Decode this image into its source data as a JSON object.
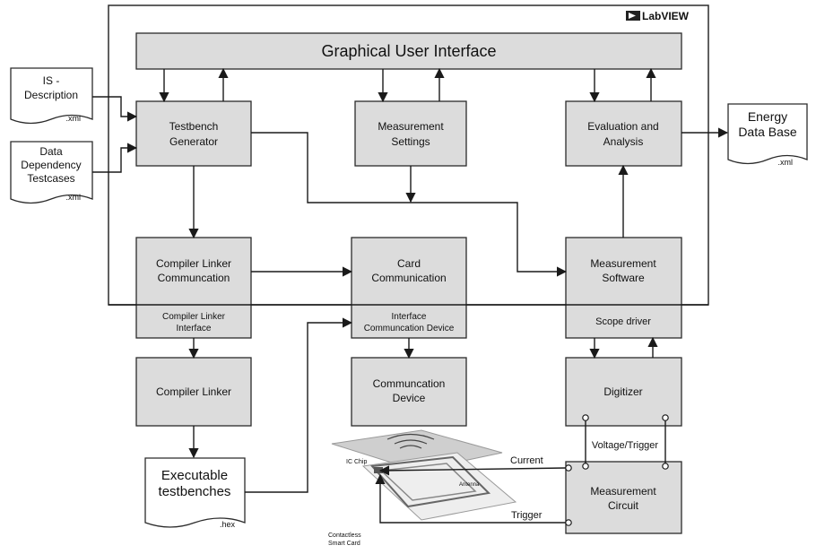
{
  "labview": {
    "logo_text": "LabVIEW"
  },
  "gui": {
    "label": "Graphical User Interface"
  },
  "blocks": {
    "testbench_generator": [
      "Testbench",
      "Generator"
    ],
    "measurement_settings": [
      "Measurement",
      "Settings"
    ],
    "evaluation_analysis": [
      "Evaluation and",
      "Analysis"
    ],
    "compiler_linker_communication": [
      "Compiler Linker",
      "Communcation"
    ],
    "compiler_linker_interface": [
      "Compiler Linker",
      "Interface"
    ],
    "card_communication": [
      "Card",
      "Communication"
    ],
    "interface_communication_device": [
      "Interface",
      "Communcation Device"
    ],
    "measurement_software": [
      "Measurement",
      "Software"
    ],
    "scope_driver": [
      "Scope driver"
    ],
    "compiler_linker": [
      "Compiler Linker"
    ],
    "communication_device": [
      "Communcation",
      "Device"
    ],
    "digitizer": [
      "Digitizer"
    ],
    "measurement_circuit": [
      "Measurement",
      "Circuit"
    ]
  },
  "documents": {
    "is_description": {
      "lines": [
        "IS -",
        "Description"
      ],
      "ext": ".xml"
    },
    "data_dependency": {
      "lines": [
        "Data",
        "Dependency",
        "Testcases"
      ],
      "ext": ".xml"
    },
    "energy_db": {
      "lines": [
        "Energy",
        "Data Base"
      ],
      "ext": ".xml"
    },
    "executable": {
      "lines": [
        "Executable",
        "testbenches"
      ],
      "ext": ".hex"
    }
  },
  "signals": {
    "voltage_trigger": "Voltage/Trigger",
    "current": "Current",
    "trigger": "Trigger"
  },
  "smart_card": {
    "ic_chip": "IC Chip",
    "antenna": "Antenna",
    "caption": [
      "Contactless",
      "Smart Card"
    ]
  }
}
